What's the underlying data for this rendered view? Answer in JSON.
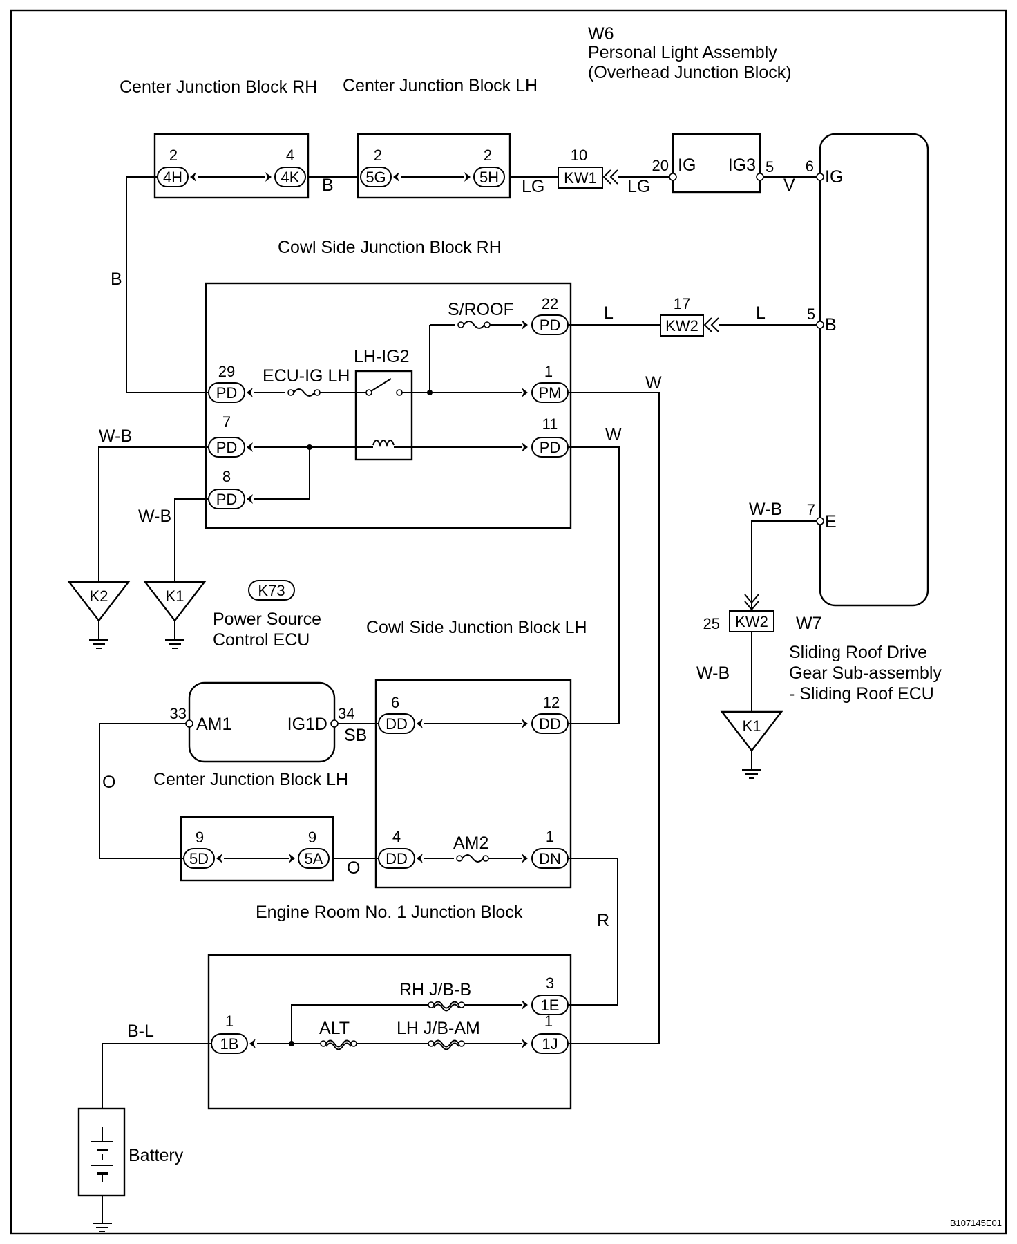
{
  "labels": {
    "w6": "W6",
    "w6_name_1": "Personal Light Assembly",
    "w6_name_2": "(Overhead Junction Block)",
    "cjb_rh": "Center Junction Block RH",
    "cjb_lh_top": "Center Junction Block LH",
    "cowl_rh": "Cowl Side Junction Block RH",
    "cowl_lh": "Cowl Side Junction Block LH",
    "cjb_lh_mid": "Center Junction Block LH",
    "engine_jb": "Engine Room No. 1 Junction Block",
    "k73": "K73",
    "psecu_1": "Power Source",
    "psecu_2": "Control ECU",
    "w7": "W7",
    "w7_name_1": "Sliding Roof Drive",
    "w7_name_2": "Gear Sub-assembly",
    "w7_name_3": "- Sliding Roof ECU",
    "battery": "Battery",
    "figure_id": "B107145E01"
  },
  "connectors": {
    "c4h": "4H",
    "c4k": "4K",
    "c5g": "5G",
    "c5h": "5H",
    "kw1": "KW1",
    "kw2_top": "KW2",
    "kw2_bot": "KW2",
    "pd22": "PD",
    "pd29": "PD",
    "pm1": "PM",
    "pd7": "PD",
    "pd11": "PD",
    "pd8": "PD",
    "dd6": "DD",
    "dd12": "DD",
    "dd4": "DD",
    "dn1": "DN",
    "c5d": "5D",
    "c5a": "5A",
    "c1e": "1E",
    "c1b": "1B",
    "c1j": "1J",
    "k2": "K2",
    "k1a": "K1",
    "k1b": "K1"
  },
  "pins": {
    "p4h": "2",
    "p4k": "4",
    "p5g": "2",
    "p5h": "2",
    "p_kw1": "10",
    "p_ig20": "20",
    "p_ig3": "5",
    "p_ecu6": "6",
    "p_pd22": "22",
    "p_kw2_17": "17",
    "p_ecu5": "5",
    "p_pd29": "29",
    "p_pm1": "1",
    "p_pd7": "7",
    "p_pd11": "11",
    "p_pd8": "8",
    "p_ecu7": "7",
    "p_kw2_25": "25",
    "p_am1": "33",
    "p_ig1d": "34",
    "p_dd6": "6",
    "p_dd12": "12",
    "p_5d": "9",
    "p_5a": "9",
    "p_dd4": "4",
    "p_dn1": "1",
    "p_1e": "3",
    "p_1b": "1",
    "p_1j": "1"
  },
  "terminals": {
    "ig": "IG",
    "ig3": "IG3",
    "ecu_ig": "IG",
    "ecu_b": "B",
    "ecu_e": "E",
    "am1": "AM1",
    "ig1d": "IG1D"
  },
  "wires": {
    "b1": "B",
    "lg1": "LG",
    "lg2": "LG",
    "v": "V",
    "b_left": "B",
    "l1": "L",
    "l2": "L",
    "w_pm": "W",
    "w_pd11": "W",
    "wb_k2": "W-B",
    "wb_k1": "W-B",
    "wb_ecu": "W-B",
    "wb_bot": "W-B",
    "sb": "SB",
    "o_left": "O",
    "o_mid": "O",
    "r": "R",
    "bl": "B-L"
  },
  "fuses": {
    "sroof": "S/ROOF",
    "ecu_ig_lh": "ECU-IG LH",
    "relay": "LH-IG2",
    "am2": "AM2",
    "rh_jb_b": "RH J/B-B",
    "alt": "ALT",
    "lh_jb_am": "LH J/B-AM"
  }
}
